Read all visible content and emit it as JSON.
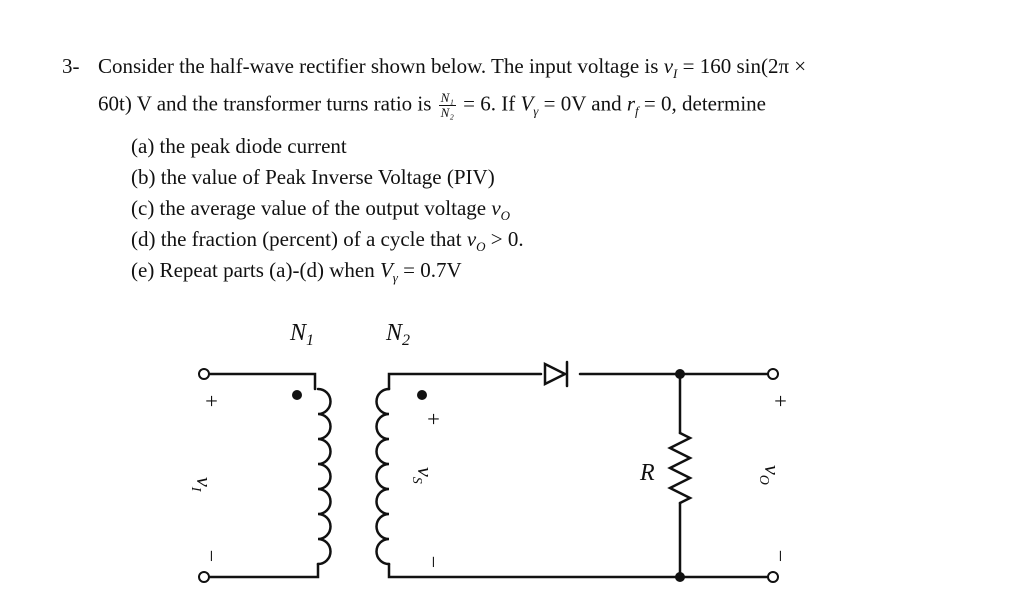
{
  "problem": {
    "number": "3-",
    "line1": {
      "text": "Consider the half-wave rectifier shown below. The input voltage is ",
      "expr": "v",
      "expr_sub": "I",
      "expr_rest": " = 160 sin(2π ×"
    },
    "line2": {
      "a": "60t) V and the transformer turns ratio is ",
      "frac_num": "N₁",
      "frac_den": "N₂",
      "b": " = 6. If ",
      "v": "V",
      "v_sub": "γ",
      "c": " = 0V and ",
      "r": "r",
      "r_sub": "f",
      "d": " = 0, determine"
    },
    "parts": [
      {
        "text": "(a) the peak diode current"
      },
      {
        "text": "(b) the value of Peak Inverse Voltage (PIV)"
      },
      {
        "text": "(c) the average value of the output voltage ",
        "var": "v",
        "var_sub": "O"
      },
      {
        "text": "(d) the fraction (percent) of a cycle that ",
        "var": "v",
        "var_sub": "O",
        "tail": " > 0."
      },
      {
        "text": "(e) Repeat parts (a)-(d) when ",
        "var": "V",
        "var_sub": "γ",
        "tail": " = 0.7V"
      }
    ]
  },
  "circuit": {
    "n1": "N",
    "n1_sub": "1",
    "n2": "N",
    "n2_sub": "2",
    "input_plus": "+",
    "input_minus": "−",
    "input_label": "v",
    "input_label_sub": "I",
    "secondary_plus": "+",
    "secondary_minus": "−",
    "secondary_label": "v",
    "secondary_label_sub": "S",
    "resistor_label": "R",
    "output_plus": "+",
    "output_minus": "−",
    "output_label": "v",
    "output_label_sub": "O"
  }
}
